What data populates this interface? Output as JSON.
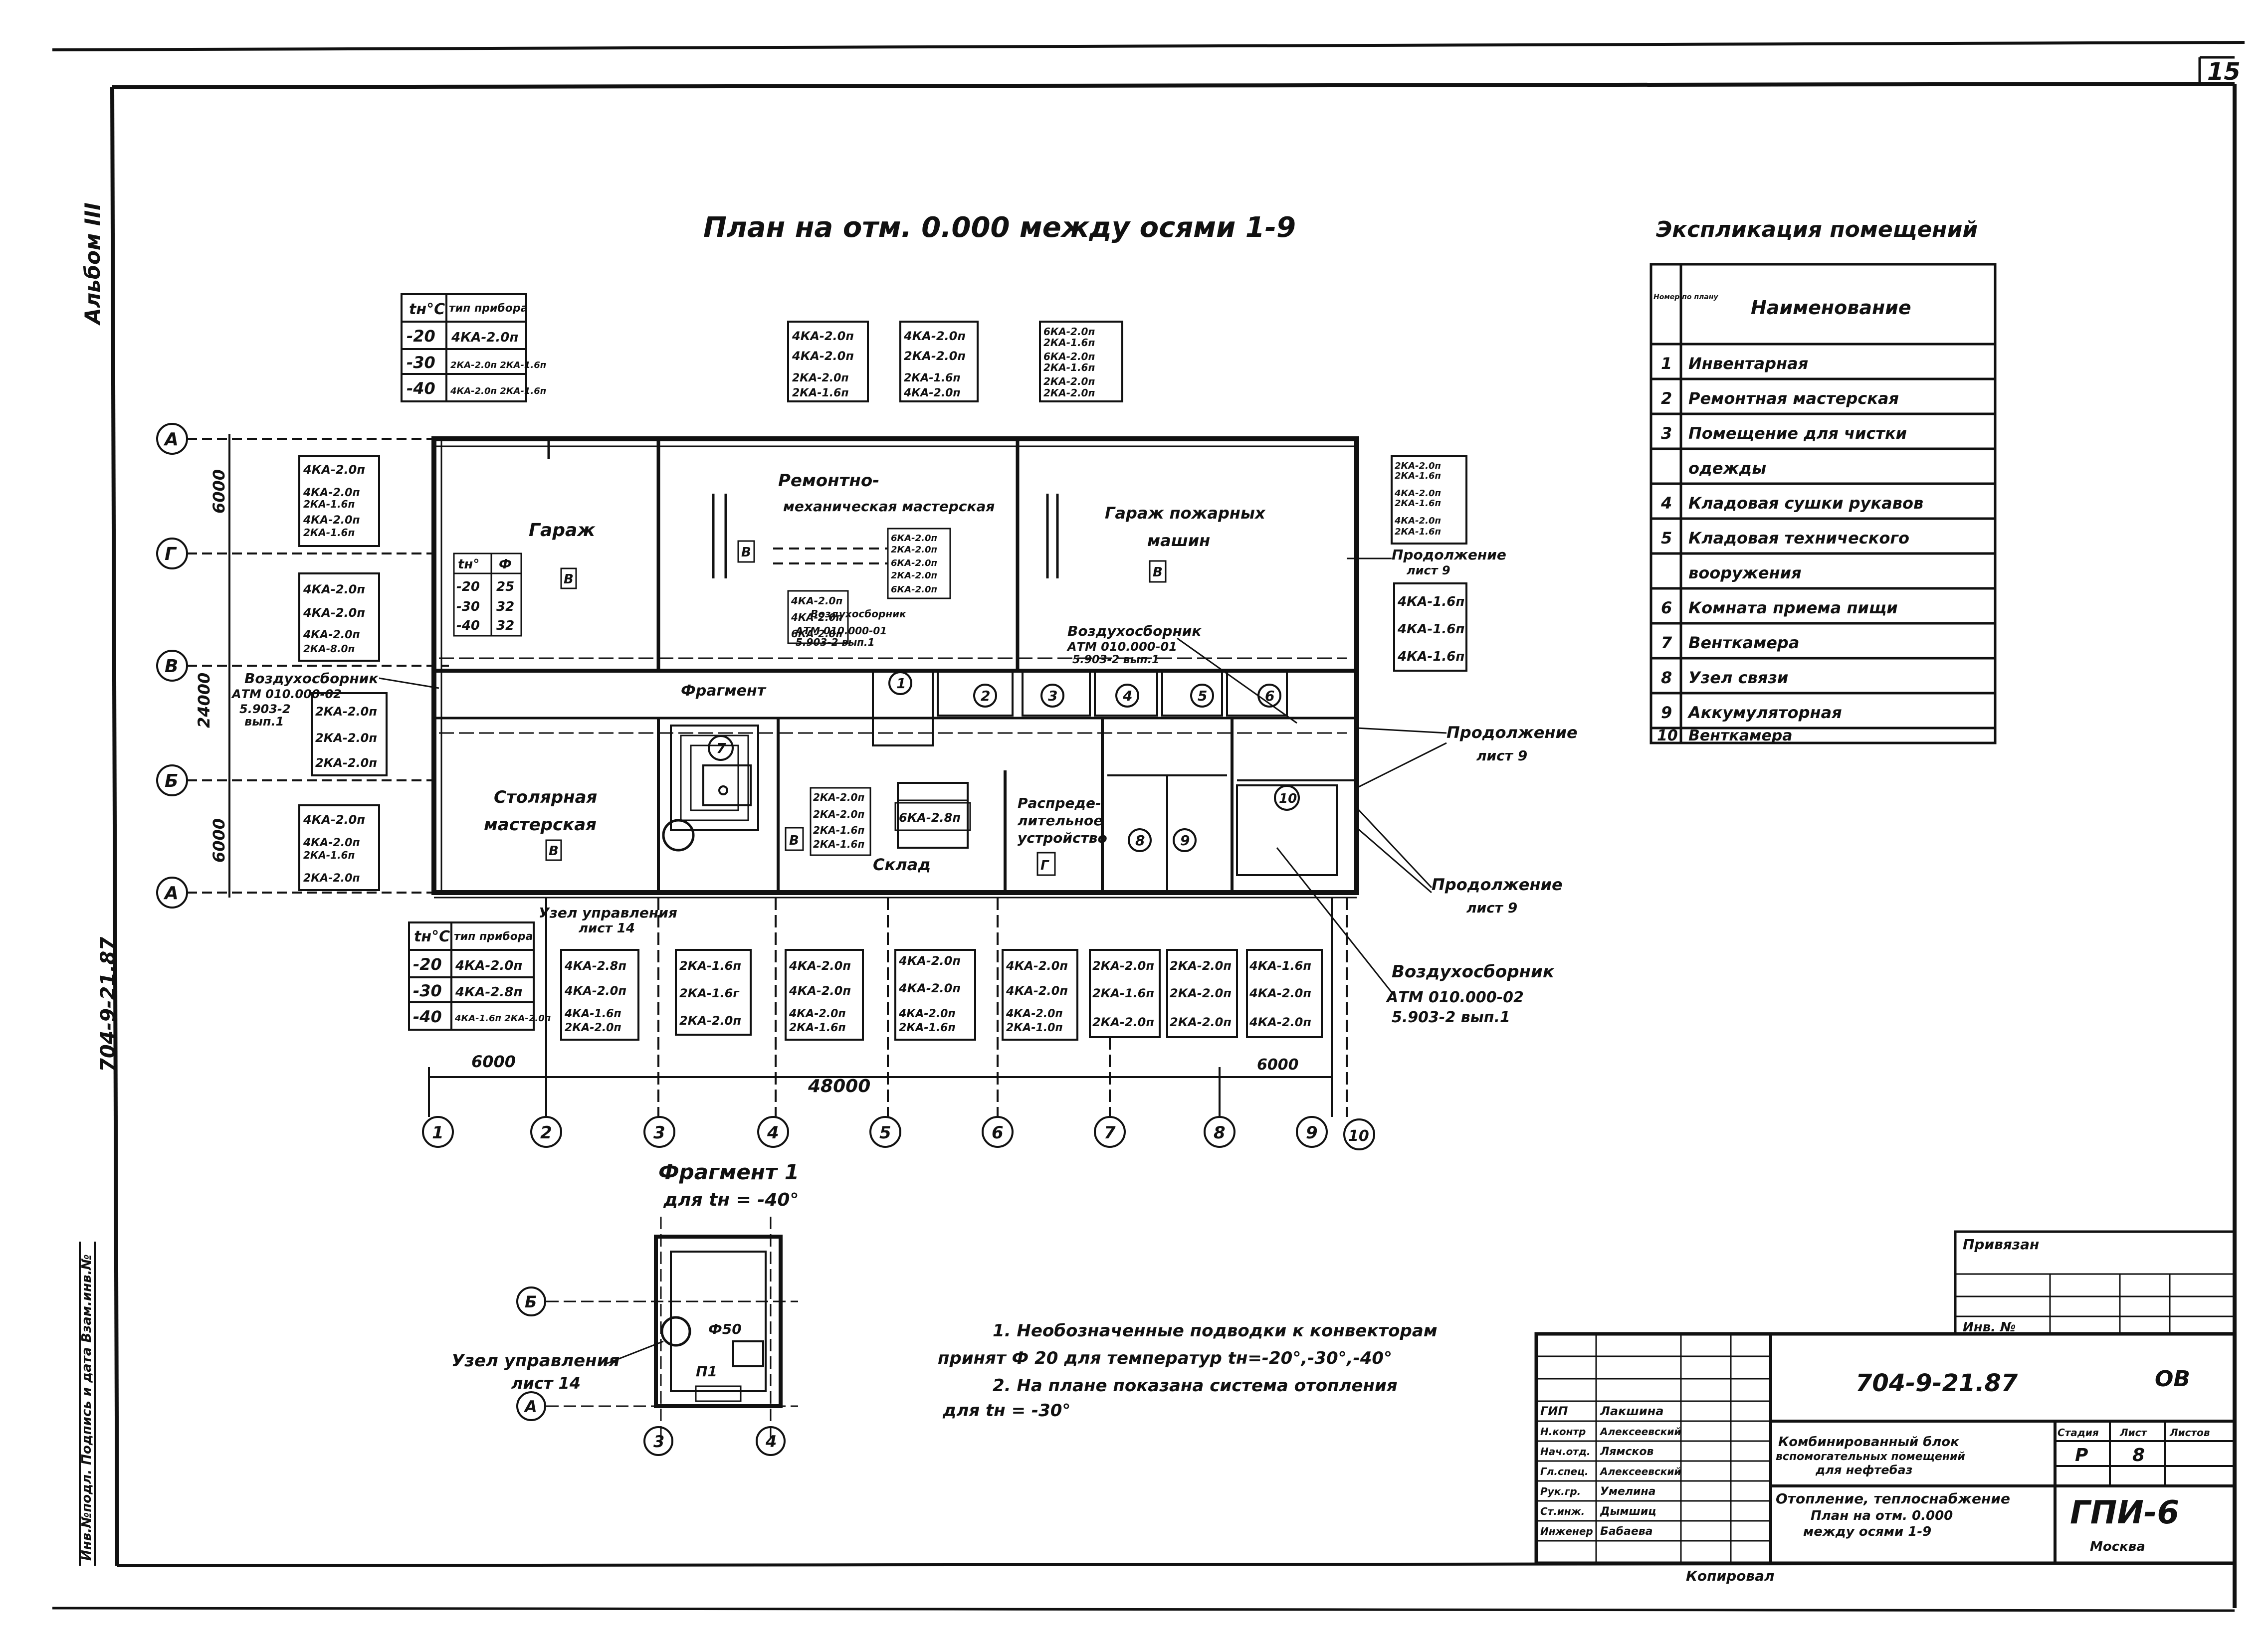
{
  "sheet_number": "15",
  "album": "Альбом III",
  "side_code": "704-9-21.87",
  "stamp_side": "Инв.№подл.   Подпись и дата   Взам.инв.№",
  "plan_title": "План на отм. 0.000 между осями 1-9",
  "legend_top": {
    "headers": [
      "tн°С",
      "тип прибора"
    ],
    "rows": [
      [
        "-20",
        "4КА-2.0п"
      ],
      [
        "-30",
        "2КА-2.0п 2КА-1.6п"
      ],
      [
        "-40",
        "4КА-2.0п 2КА-1.6п"
      ]
    ]
  },
  "legend_bottom": {
    "headers": [
      "tн°С",
      "тип прибора"
    ],
    "rows": [
      [
        "-20",
        "4КА-2.0п"
      ],
      [
        "-30",
        "4КА-2.8п"
      ],
      [
        "-40",
        "4КА-1.6п 2КА-2.0п"
      ]
    ]
  },
  "rooms": {
    "garage": "Гараж",
    "repair": "Ремонтно-механическая мастерская",
    "fire_garage": "Гараж пожарных машин",
    "carpentry": "Столярная мастерская",
    "storage": "Склад",
    "distribution": "Распределительное устройство"
  },
  "air_collector_labels": {
    "left_1": "Воздухосборник",
    "left_2": "АТМ 010.000-02",
    "left_3": "5.903-2",
    "left_4": "вып.1",
    "mid_1": "Воздухосборник",
    "mid_2": "АТМ 010.000-01",
    "mid_3": "5.903-2 вып.1",
    "right_1": "Воздухосборник",
    "right_2": "АТМ 010.000-02",
    "right_3": "5.903-2 вып.1",
    "repair_1": "Воздухосборник",
    "repair_2": "АТМ 010.000-01",
    "repair_3": "5.903-2 вып.1"
  },
  "continuation_labels": [
    "Продолжение",
    "лист 9"
  ],
  "control_node": {
    "line1": "Узел управления",
    "line2": "лист 14"
  },
  "fragment_label": "Фрагмент",
  "axes_letters": [
    "А",
    "Г",
    "В",
    "Б",
    "А"
  ],
  "axes_numbers": [
    "1",
    "2",
    "3",
    "4",
    "5",
    "6",
    "7",
    "8",
    "9",
    "10"
  ],
  "dimensions": {
    "overall_width": "48000",
    "bay_left": "6000",
    "bay_right": "6000",
    "overall_height": "24000",
    "top_span": "6000",
    "bottom_span": "6000"
  },
  "device_boxes": {
    "top_1": [
      "4КА-2.0п",
      "4КА-2.0п",
      "2КА-2.0п",
      "2КА-1.6п"
    ],
    "top_2": [
      "4КА-2.0п",
      "2КА-2.0п",
      "2КА-1.6п",
      "4КА-2.0п"
    ],
    "top_3": [
      "6КА-2.0п",
      "2КА-1.6п",
      "6КА-2.0п",
      "2КА-1.6п",
      "2КА-2.0п",
      "2КА-2.0п"
    ],
    "left_1": [
      "4КА-2.0п",
      "4КА-2.0п",
      "2КА-1.6п",
      "4КА-2.0п",
      "2КА-1.6п"
    ],
    "left_2": [
      "4КА-2.0п",
      "4КА-2.0п",
      "4КА-2.0п",
      "2КА-8.0п"
    ],
    "left_3": [
      "2КА-2.0п",
      "2КА-2.0п",
      "2КА-2.0п"
    ],
    "left_4": [
      "4КА-2.0п",
      "4КА-2.0п",
      "2КА-1.6п",
      "2КА-2.0п"
    ],
    "right_1": [
      "2КА-2.0п",
      "2КА-1.6п",
      "4КА-2.0п",
      "2КА-1.6п",
      "4КА-2.0п",
      "2КА-1.6п"
    ],
    "right_2": [
      "4КА-1.6п",
      "4КА-1.6п",
      "4КА-1.6п"
    ],
    "bottom_1": [
      "4КА-2.8п",
      "4КА-2.0п",
      "4КА-1.6п",
      "2КА-2.0п"
    ],
    "bottom_2": [
      "2КА-1.6п",
      "2КА-1.6г",
      "2КА-2.0п"
    ],
    "bottom_3": [
      "4КА-2.0п",
      "4КА-2.0п",
      "4КА-2.0п",
      "2КА-1.6п"
    ],
    "bottom_4": [
      "4КА-2.0п",
      "4КА-2.0п",
      "4КА-2.0п",
      "2КА-1.6п"
    ],
    "bottom_5": [
      "4КА-2.0п",
      "4КА-2.0п",
      "4КА-2.0п",
      "2КА-1.0п"
    ],
    "bottom_6": [
      "2КА-2.0п",
      "2КА-1.6п",
      "2КА-2.0п"
    ],
    "bottom_7": [
      "2КА-2.0п",
      "2КА-2.0п",
      "2КА-2.0п"
    ],
    "bottom_8": [
      "4КА-1.6п",
      "4КА-2.0п",
      "4КА-2.0п"
    ],
    "storage": [
      "2КА-2.0п",
      "2КА-2.0п",
      "2КА-1.6п",
      "2КА-1.6п"
    ],
    "storage_2": [
      "6КА-2.8п"
    ],
    "repair_in": [
      "4КА-2.0п",
      "4КА-2.0п",
      "6КА-2.0п"
    ],
    "repair_in2": [
      "6КА-2.0п",
      "2КА-2.0п",
      "6КА-2.0п",
      "2КА-2.0п",
      "6КА-2.0п"
    ]
  },
  "diameter_table": {
    "header": [
      "tн°",
      "Ф"
    ],
    "rows": [
      [
        "-20",
        "25"
      ],
      [
        "-30",
        "32"
      ],
      [
        "-40",
        "32"
      ]
    ]
  },
  "explication": {
    "title": "Экспликация помещений",
    "col_no": "Номер по плану",
    "col_name": "Наименование",
    "rows": [
      {
        "n": "1",
        "name": "Инвентарная"
      },
      {
        "n": "2",
        "name": "Ремонтная мастерская"
      },
      {
        "n": "3",
        "name": "Помещение для чистки"
      },
      {
        "n": "",
        "name": "одежды"
      },
      {
        "n": "4",
        "name": "Кладовая сушки рукавов"
      },
      {
        "n": "5",
        "name": "Кладовая технического"
      },
      {
        "n": "",
        "name": "вооружения"
      },
      {
        "n": "6",
        "name": "Комната приема пищи"
      },
      {
        "n": "7",
        "name": "Венткамера"
      },
      {
        "n": "8",
        "name": "Узел связи"
      },
      {
        "n": "9",
        "name": "Аккумуляторная"
      },
      {
        "n": "10",
        "name": "Венткамера"
      }
    ]
  },
  "fragment": {
    "title": "Фрагмент 1",
    "subtitle": "для tн = -40°",
    "label1": "Узел управления",
    "label2": "лист 14",
    "axis_b": "Б",
    "axis_a": "А",
    "axis_3": "3",
    "axis_4": "4",
    "pipe": "Ф50",
    "tag": "П1"
  },
  "notes": [
    "1. Необозначенные подводки к конвекторам",
    "принят Ф 20 для температур tн=-20°,-30°,-40°",
    "2. На плане показана система отопления",
    "для tн = -30°"
  ],
  "title_block": {
    "privyazan": "Привязан",
    "inv": "Инв. №",
    "code": "704-9-21.87",
    "mark": "ОВ",
    "project": [
      "Комбинированный блок",
      "вспомогательных помещений",
      "для нефтебаз"
    ],
    "sheet_title": [
      "Отопление, теплоснабжение",
      "План на отм. 0.000",
      "между осями 1-9"
    ],
    "stage_h": "Стадия",
    "sheet_h": "Лист",
    "sheets_h": "Листов",
    "stage": "Р",
    "sheet": "8",
    "org": "ГПИ-6",
    "city": "Москва",
    "copied": "Копировал",
    "roles": [
      {
        "role": "ГИП",
        "name": "Лакшина"
      },
      {
        "role": "Н.контр",
        "name": "Алексеевский"
      },
      {
        "role": "Нач.отд.",
        "name": "Лямсков"
      },
      {
        "role": "Гл.спец.",
        "name": "Алексеевский"
      },
      {
        "role": "Рук.гр.",
        "name": "Умелина"
      },
      {
        "role": "Ст.инж.",
        "name": "Дымшиц"
      },
      {
        "role": "Инженер",
        "name": "Бабаева"
      }
    ]
  }
}
